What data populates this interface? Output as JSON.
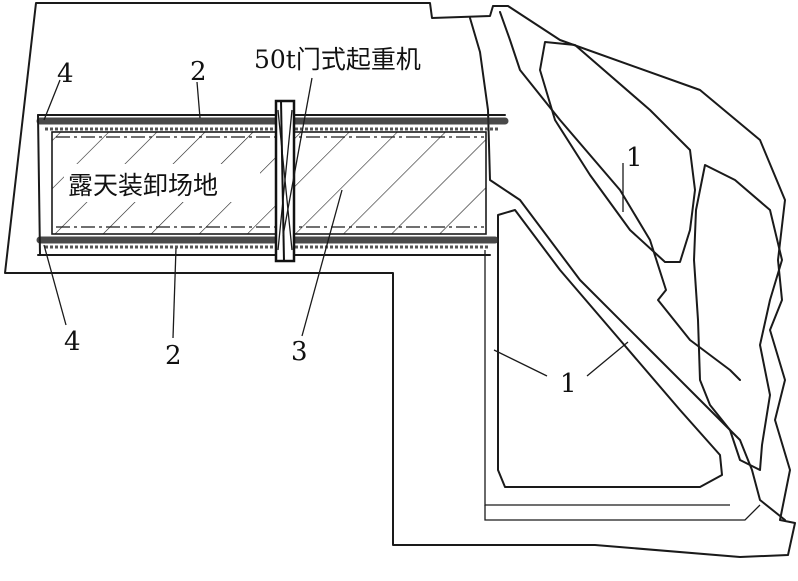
{
  "labels": {
    "crane": "50t门式起重机",
    "yard": "露天装卸场地",
    "track_top": "2",
    "track_bottom": "2",
    "end_top": "4",
    "end_bottom": "4",
    "yard_num": "3",
    "road_upper": "1",
    "road_lower": "1"
  }
}
